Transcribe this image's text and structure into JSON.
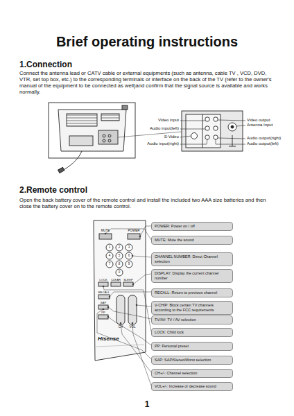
{
  "diagram": {
    "title": "Brief operating instructions",
    "nodes": [
      {
        "text": [
          "POWER: Power on / off"
        ]
      },
      {
        "text": [
          "MUTE: Mute the sound"
        ]
      },
      {
        "text": [
          "CHANNEL NUMBER: Direct Channel selection"
        ]
      },
      {
        "text": [
          "DISPLAY: Display the current channel number"
        ]
      },
      {
        "text": [
          "RECALL: Return to previous channel"
        ]
      },
      {
        "text": [
          "V-CHIP: Block certain TV channels according to the FCC requirements"
        ]
      },
      {
        "text": [
          "TV/AV: TV / AV selection"
        ]
      },
      {
        "text": [
          "LOCK: Child lock"
        ]
      },
      {
        "text": [
          "PP: Personal preset"
        ]
      },
      {
        "text": [
          "SAP: SAP/Stereo/Mono selection"
        ]
      },
      {
        "text": [
          "CH+/-: Channel selection"
        ]
      },
      {
        "text": [
          "VOL+/-: Increase or decrease sound"
        ]
      }
    ],
    "labels": [
      "1.Connection",
      "Connect the antenna lead or CATV cable or external equipments (such as antenna, cable TV , VCD, DVD, VTR, set top box, etc.) to the corresponding terminals or interface on the back of the TV (refer to the owner's manual of the equipment to be connected as well)and confirm that the signal source is available and works normally.",
      "Video input",
      "Audio input(left)",
      "S-Video",
      "Audio input(right)",
      "Video output",
      "Antenna Input",
      "Audio output(right)",
      "Audio output(left)",
      "2.Remote control",
      "Open the back battery cover of the remote control and install the included two AAA size batteries and then close the battery cover on to the remote control.",
      "MUTE",
      "POWER",
      "LOCK",
      "CLEAR",
      "SLEEP",
      "RECALL",
      "SAP",
      "PP",
      "CH",
      "VOL",
      "Hisense",
      "1",
      "2",
      "3",
      "4",
      "5",
      "6",
      "7",
      "8",
      "9",
      "0",
      "1"
    ]
  }
}
